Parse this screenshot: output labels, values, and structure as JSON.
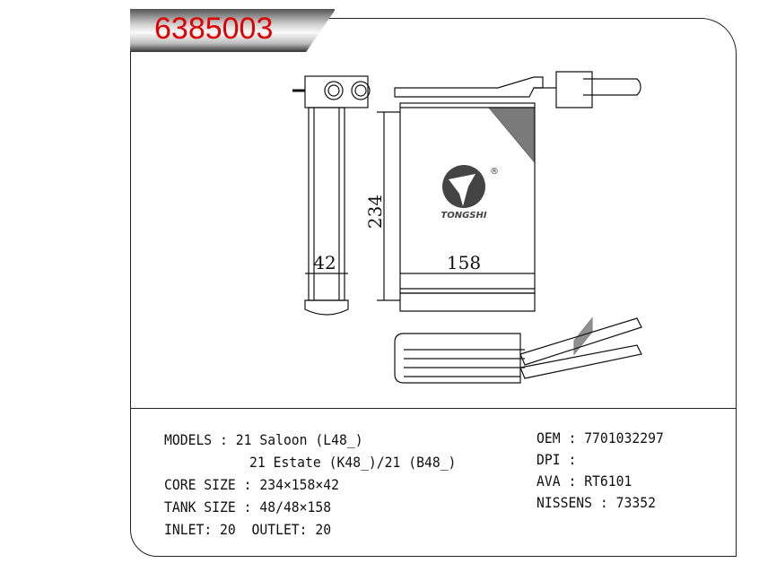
{
  "part_number": "6385003",
  "dimensions": {
    "height": "234",
    "width": "158",
    "depth": "42"
  },
  "logo": {
    "text": "TONGSHI",
    "mark": "®"
  },
  "specs_left": [
    {
      "label": "MODELS",
      "sep": " : ",
      "value": "21 Saloon (L48_)"
    },
    {
      "label": "",
      "sep": "",
      "value": "21 Estate (K48_)/21 (B48_)"
    },
    {
      "label": "CORE SIZE",
      "sep": " : ",
      "value": "234×158×42"
    },
    {
      "label": "TANK SIZE",
      "sep": " : ",
      "value": "48/48×158"
    },
    {
      "label": "INLET",
      "sep": ": ",
      "value": "20  OUTLET: 20"
    }
  ],
  "specs_right": [
    {
      "label": "OEM",
      "sep": " : ",
      "value": "7701032297"
    },
    {
      "label": "DPI",
      "sep": " : ",
      "value": ""
    },
    {
      "label": "AVA",
      "sep": " : ",
      "value": "RT6101"
    },
    {
      "label": "NISSENS",
      "sep": " : ",
      "value": "73352"
    }
  ]
}
